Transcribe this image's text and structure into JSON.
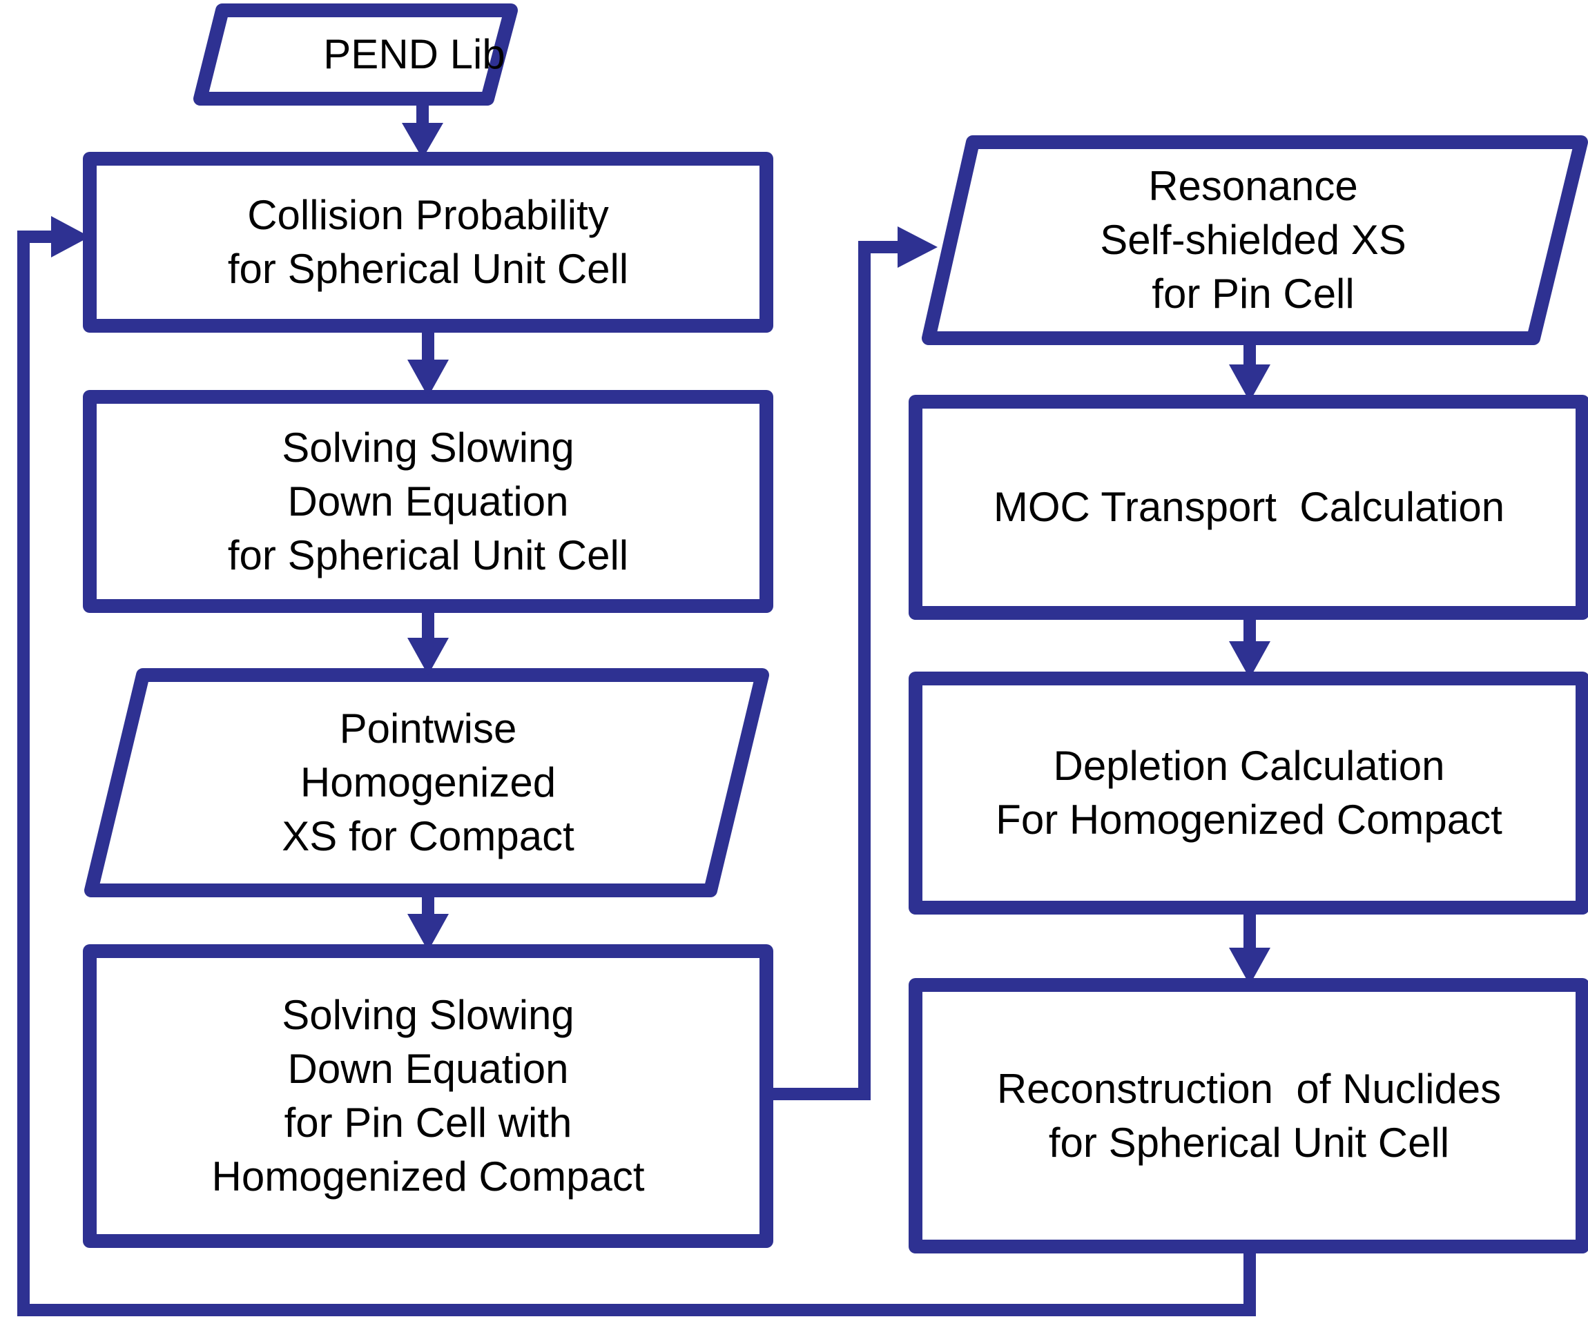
{
  "diagram": {
    "type": "flowchart",
    "colors": {
      "line": "#2E3192",
      "text": "#000000",
      "background": "#FFFFFF"
    },
    "nodes": {
      "pend_lib": {
        "shape": "parallelogram",
        "lines": [
          "PEND Lib"
        ]
      },
      "collision_probability": {
        "shape": "rectangle",
        "lines": [
          "Collision Probability",
          "for Spherical Unit Cell"
        ]
      },
      "slowing_down_spherical": {
        "shape": "rectangle",
        "lines": [
          "Solving Slowing",
          "Down Equation",
          "for Spherical Unit Cell"
        ]
      },
      "pointwise_homogenized_xs": {
        "shape": "parallelogram",
        "lines": [
          "Pointwise",
          "Homogenized",
          "XS for Compact"
        ]
      },
      "slowing_down_pin_cell": {
        "shape": "rectangle",
        "lines": [
          "Solving Slowing",
          "Down Equation",
          "for Pin Cell with",
          "Homogenized Compact"
        ]
      },
      "resonance_self_shielded_xs": {
        "shape": "parallelogram",
        "lines": [
          "Resonance",
          "Self-shielded XS",
          "for Pin Cell"
        ]
      },
      "moc_transport": {
        "shape": "rectangle",
        "lines": [
          "MOC Transport  Calculation"
        ]
      },
      "depletion_calculation": {
        "shape": "rectangle",
        "lines": [
          "Depletion Calculation",
          "For Homogenized Compact"
        ]
      },
      "reconstruction_nuclides": {
        "shape": "rectangle",
        "lines": [
          "Reconstruction  of Nuclides",
          "for Spherical Unit Cell"
        ]
      }
    },
    "edges": [
      {
        "from": "pend_lib",
        "to": "collision_probability"
      },
      {
        "from": "collision_probability",
        "to": "slowing_down_spherical"
      },
      {
        "from": "slowing_down_spherical",
        "to": "pointwise_homogenized_xs"
      },
      {
        "from": "pointwise_homogenized_xs",
        "to": "slowing_down_pin_cell"
      },
      {
        "from": "slowing_down_pin_cell",
        "to": "resonance_self_shielded_xs"
      },
      {
        "from": "resonance_self_shielded_xs",
        "to": "moc_transport"
      },
      {
        "from": "moc_transport",
        "to": "depletion_calculation"
      },
      {
        "from": "depletion_calculation",
        "to": "reconstruction_nuclides"
      },
      {
        "from": "reconstruction_nuclides",
        "to": "collision_probability",
        "note": "feedback loop along bottom and left edges"
      }
    ]
  }
}
